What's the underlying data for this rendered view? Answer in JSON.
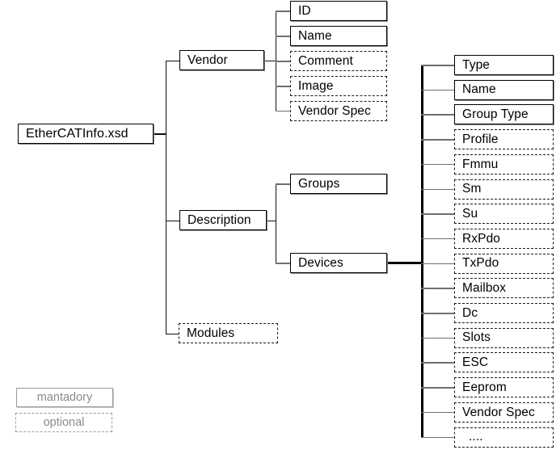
{
  "diagram": {
    "title": "EtherCATInfo.xsd",
    "root": {
      "label": "EtherCATInfo.xsd",
      "type": "mandatory"
    },
    "level1": [
      {
        "label": "Vendor",
        "type": "mandatory"
      },
      {
        "label": "Description",
        "type": "mandatory"
      },
      {
        "label": "Modules",
        "type": "optional"
      }
    ],
    "vendor_children": [
      {
        "label": "ID",
        "type": "mandatory"
      },
      {
        "label": "Name",
        "type": "mandatory"
      },
      {
        "label": "Comment",
        "type": "optional"
      },
      {
        "label": "Image",
        "type": "optional"
      },
      {
        "label": "Vendor Spec",
        "type": "optional"
      }
    ],
    "description_children": [
      {
        "label": "Groups",
        "type": "mandatory"
      },
      {
        "label": "Devices",
        "type": "mandatory"
      }
    ],
    "devices_children": [
      {
        "label": "Type",
        "type": "mandatory"
      },
      {
        "label": "Name",
        "type": "mandatory"
      },
      {
        "label": "Group Type",
        "type": "mandatory"
      },
      {
        "label": "Profile",
        "type": "optional"
      },
      {
        "label": "Fmmu",
        "type": "optional"
      },
      {
        "label": "Sm",
        "type": "optional"
      },
      {
        "label": "Su",
        "type": "optional"
      },
      {
        "label": "RxPdo",
        "type": "optional"
      },
      {
        "label": "TxPdo",
        "type": "optional"
      },
      {
        "label": "Mailbox",
        "type": "optional"
      },
      {
        "label": "Dc",
        "type": "optional"
      },
      {
        "label": "Slots",
        "type": "optional"
      },
      {
        "label": "ESC",
        "type": "optional"
      },
      {
        "label": "Eeprom",
        "type": "optional"
      },
      {
        "label": "Vendor Spec",
        "type": "optional"
      },
      {
        "label": "....",
        "type": "optional"
      }
    ],
    "legend": {
      "mandatory_label": "mantadory",
      "optional_label": "optional"
    },
    "colors": {
      "line": "#6f6f6f",
      "line_dark": "#111111",
      "box_border": "#000000",
      "box_shadow": "#8a8a8a",
      "legend_text": "#8a8a8a",
      "background": "#ffffff"
    }
  }
}
